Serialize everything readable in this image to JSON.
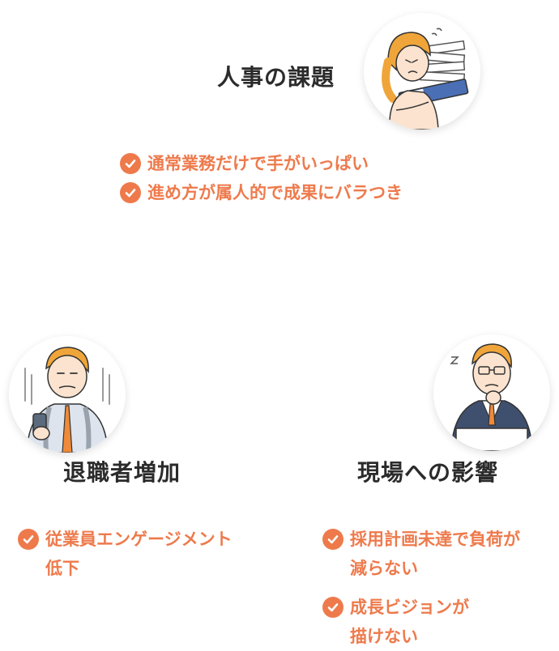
{
  "accent_color": "#ee7a4c",
  "nodes": {
    "hr": {
      "title": "人事の課題",
      "items": [
        "通常業務だけで手がいっぱい",
        "進め方が属人的で成果にバラつき"
      ]
    },
    "turnover": {
      "title": "退職者増加",
      "items": [
        "従業員エンゲージメント\n低下"
      ]
    },
    "field": {
      "title": "現場への影響",
      "items": [
        "採用計画未達で負荷が\n減らない",
        "成長ビジョンが\n描けない"
      ]
    }
  }
}
